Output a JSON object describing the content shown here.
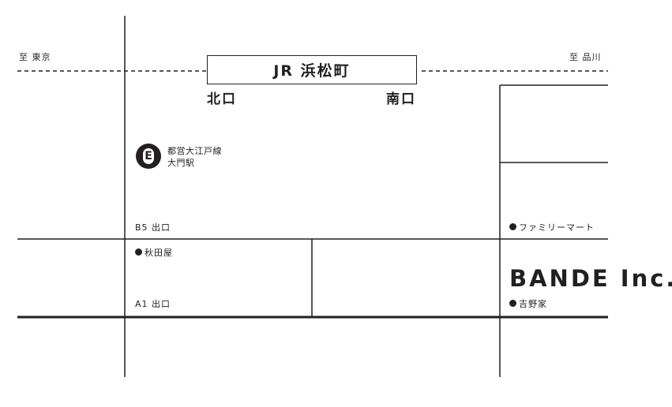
{
  "directions": {
    "to_tokyo": "至 東京",
    "to_shinagawa": "至 品川"
  },
  "station": {
    "name": "JR 浜松町",
    "north_exit": "北口",
    "south_exit": "南口"
  },
  "subway": {
    "icon": "subway-line-e-icon",
    "line_name": "都営大江戸線",
    "station_name": "大門駅",
    "exits": [
      "B5 出口",
      "A1 出口"
    ]
  },
  "landmarks": {
    "akitaya": "秋田屋",
    "familymart": "ファミリーマート",
    "yoshinoya": "吉野家"
  },
  "company": {
    "name": "BANDE Inc."
  },
  "colors": {
    "ink": "#231f20",
    "background": "#ffffff"
  }
}
